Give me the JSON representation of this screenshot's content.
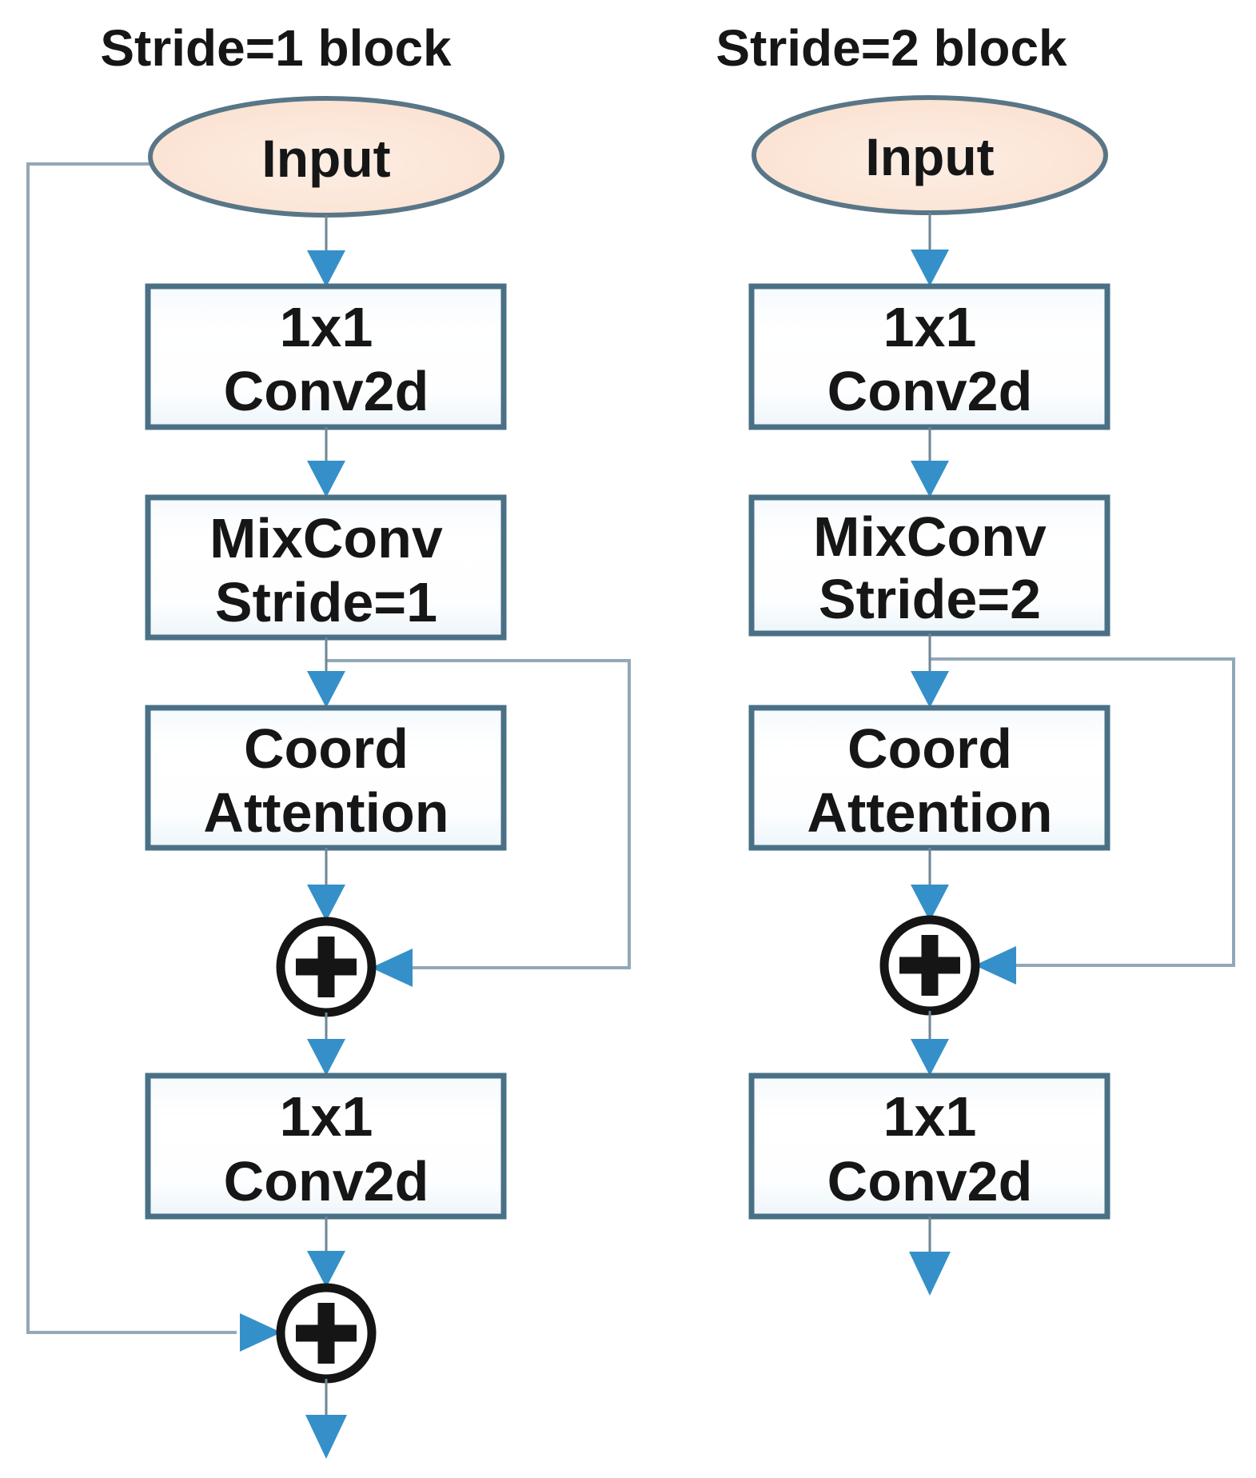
{
  "figure": {
    "type": "flowchart",
    "columns": [
      {
        "title": "Stride=1 block",
        "input": "Input",
        "boxes": [
          {
            "line1": "1x1",
            "line2": "Conv2d"
          },
          {
            "line1": "MixConv",
            "line2": "Stride=1"
          },
          {
            "line1": "Coord",
            "line2": "Attention"
          },
          {
            "line1": "1x1",
            "line2": "Conv2d"
          }
        ]
      },
      {
        "title": "Stride=2 block",
        "input": "Input",
        "boxes": [
          {
            "line1": "1x1",
            "line2": "Conv2d"
          },
          {
            "line1": "MixConv",
            "line2": "Stride=2"
          },
          {
            "line1": "Coord",
            "line2": "Attention"
          },
          {
            "line1": "1x1",
            "line2": "Conv2d"
          }
        ]
      }
    ],
    "icons": {
      "add": "circled-plus",
      "arrowhead": "filled-triangle"
    },
    "colors": {
      "ellipse_fill": "#fbe3d3",
      "node_stroke": "#4a7086",
      "arrow_blue": "#3590c9",
      "connector_gray": "#6e8694",
      "skip_line_gray": "#92a8b8",
      "plus_black": "#151515",
      "text": "#161616",
      "background": "#ffffff"
    }
  }
}
